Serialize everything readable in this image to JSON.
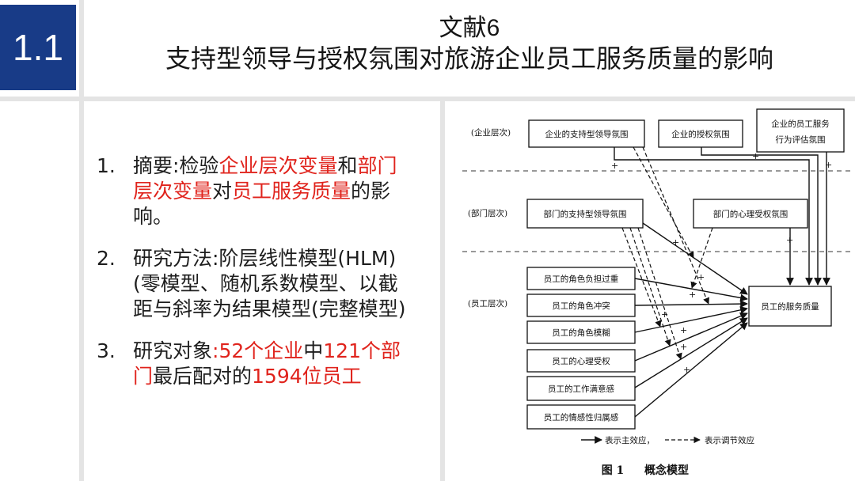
{
  "theme": {
    "accent": "#183b87",
    "highlight": "#e0231c",
    "text": "#1e1e1e",
    "background": "#e4e4e4"
  },
  "badge": "1.1",
  "title": "文献6",
  "subtitle": "支持型领导与授权氛围对旅游企业员工服务质量的影响",
  "list": {
    "items": [
      {
        "number": "1.",
        "lines": [
          [
            {
              "text": "摘要:检验"
            },
            {
              "text": "企业层次变量",
              "highlight": true
            },
            {
              "text": "和"
            },
            {
              "text": "部门",
              "highlight": true
            }
          ],
          [
            {
              "text": "层次变量",
              "highlight": true
            },
            {
              "text": "对"
            },
            {
              "text": "员工服务质量",
              "highlight": true
            },
            {
              "text": "的影"
            }
          ],
          [
            {
              "text": "响。"
            }
          ]
        ]
      },
      {
        "number": "2.",
        "lines": [
          [
            {
              "text": "研究方法:阶层线性模型(HLM)"
            }
          ],
          [
            {
              "text": "(零模型、随机系数模型、以截"
            }
          ],
          [
            {
              "text": "距与斜率为结果模型(完整模型)"
            }
          ]
        ]
      },
      {
        "number": "3.",
        "lines": [
          [
            {
              "text": "研究对象"
            },
            {
              "text": ":52个企业",
              "highlight": true
            },
            {
              "text": "中"
            },
            {
              "text": "121个部",
              "highlight": true
            }
          ],
          [
            {
              "text": "门",
              "highlight": true
            },
            {
              "text": "最后配对的"
            },
            {
              "text": "1594位员工",
              "highlight": true
            }
          ]
        ]
      }
    ]
  },
  "diagram": {
    "levels": {
      "enterprise": "(企业层次)",
      "department": "(部门层次)",
      "employee": "(员工层次)"
    },
    "boxes": {
      "ent_support": "企业的支持型领导氛围",
      "ent_empower": "企业的授权氛围",
      "ent_service_eval": [
        "企业的员工服务",
        "行为评估氛围"
      ],
      "dept_support": "部门的支持型领导氛围",
      "dept_empower": "部门的心理受权氛围",
      "role_overload": "员工的角色负担过重",
      "role_conflict": "员工的角色冲突",
      "role_ambiguity": "员工的角色模糊",
      "psych_empower": "员工的心理受权",
      "job_satisfaction": "员工的工作满意感",
      "affective_commitment": "员工的情感性归属感",
      "service_quality": "员工的服务质量"
    },
    "effect_sign": "+",
    "legend": {
      "main_effect": "表示主效应，",
      "moderating_effect": "表示调节效应"
    },
    "caption": {
      "number": "图 1",
      "title": "概念模型"
    }
  }
}
